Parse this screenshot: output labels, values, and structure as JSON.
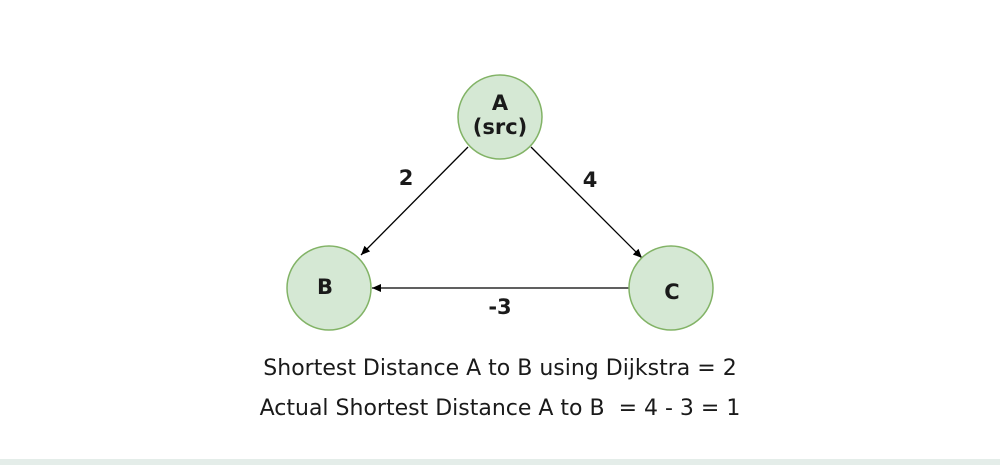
{
  "nodes": {
    "a": {
      "label_line1": "A",
      "label_line2": "(src)"
    },
    "b": {
      "label": "B"
    },
    "c": {
      "label": "C"
    }
  },
  "edges": {
    "a_to_b": {
      "weight": "2"
    },
    "a_to_c": {
      "weight": "4"
    },
    "c_to_b": {
      "weight": "-3"
    }
  },
  "captions": {
    "dijkstra": "Shortest Distance A to B using Dijkstra = 2",
    "actual": "Actual Shortest Distance A to B  = 4 - 3 = 1"
  },
  "colors": {
    "node_fill": "#d5e8d4",
    "node_stroke": "#82b366",
    "edge": "#000000",
    "bottom_band": "#e4ede9"
  }
}
